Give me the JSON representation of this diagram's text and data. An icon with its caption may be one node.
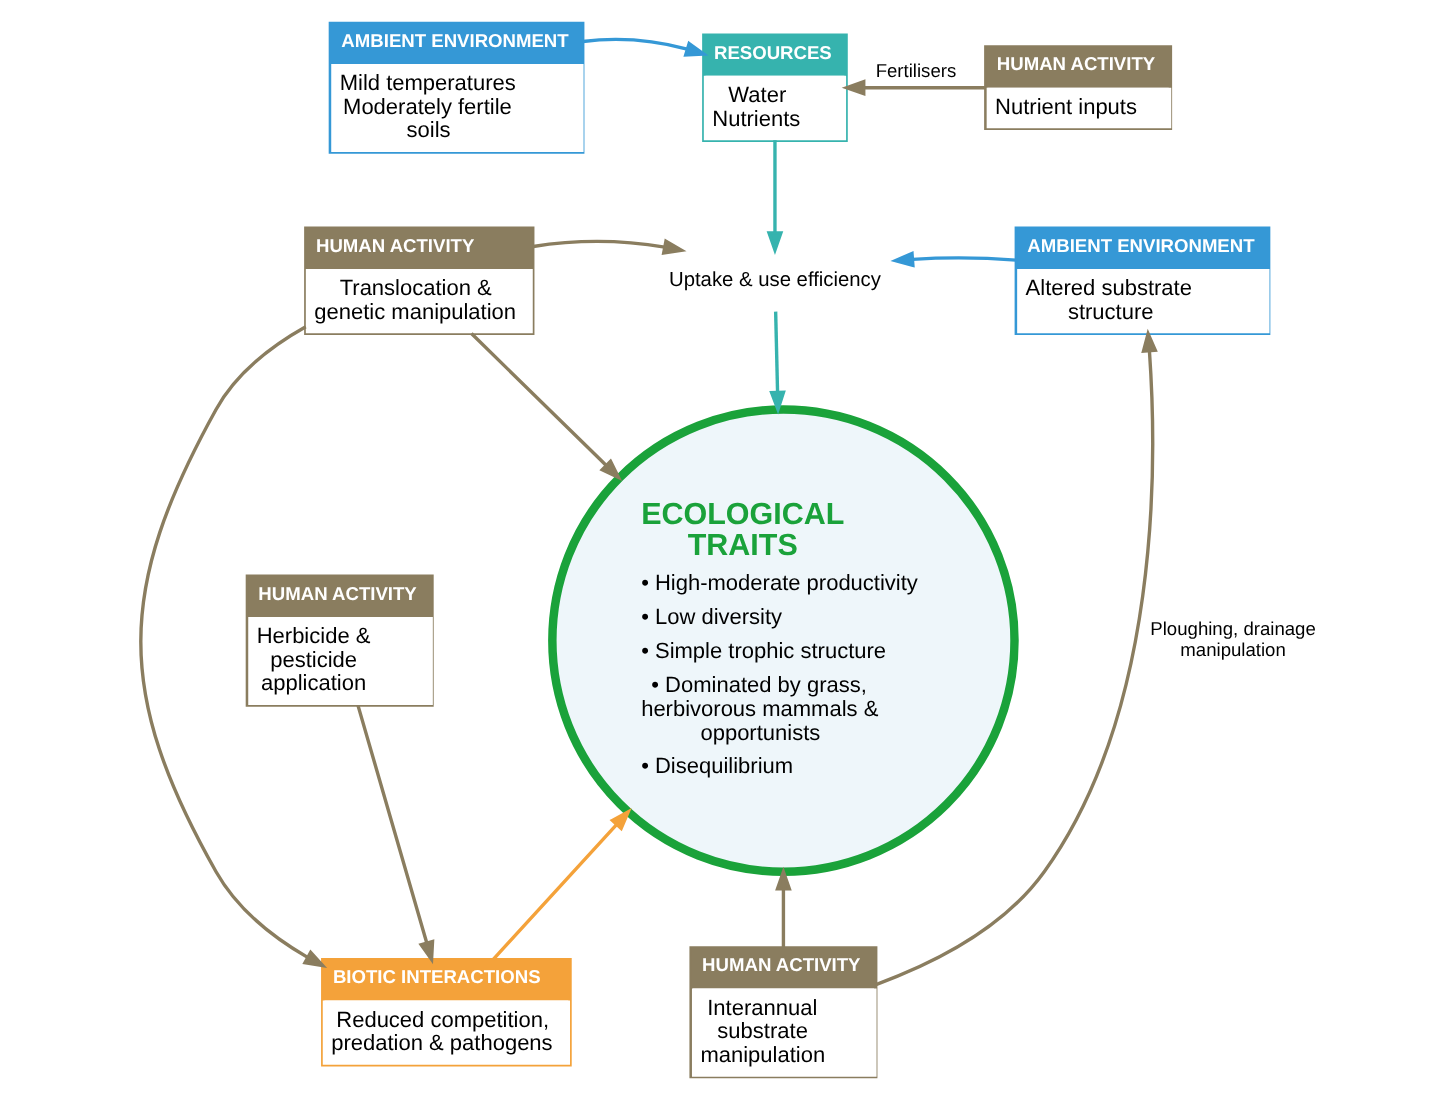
{
  "diagram": {
    "nodes": [
      {
        "text": [
          "AMBIENT ENVIRONMENT",
          "Mild temperatures Moderately fertile soils"
        ]
      },
      {
        "text": [
          "RESOURCES",
          "Water Nutrients"
        ]
      },
      {
        "text": [
          "HUMAN ACTIVITY",
          "Nutrient inputs"
        ]
      },
      {
        "text": [
          "HUMAN ACTIVITY",
          "Translocation & genetic manipulation"
        ]
      },
      {
        "text": [
          "Uptake & use efficiency"
        ]
      },
      {
        "text": [
          "AMBIENT ENVIRONMENT",
          "Altered substrate structure"
        ]
      },
      {
        "text": [
          "ECOLOGICAL TRAITS",
          "• High-moderate productivity",
          "• Low diversity",
          "• Simple trophic structure",
          "• Dominated by grass, herbivorous mammals & opportunists",
          "• Disequilibrium"
        ]
      },
      {
        "text": [
          "HUMAN ACTIVITY",
          "Herbicide & pesticide application"
        ]
      },
      {
        "text": [
          "HUMAN ACTIVITY",
          "Interannual substrate manipulation"
        ]
      },
      {
        "text": [
          "BIOTIC INTERACTIONS",
          "Reduced competition, predation & pathogens"
        ]
      }
    ],
    "edges": [
      {
        "from": 0,
        "to": 1,
        "arrow": "to",
        "color": "#3598d6"
      },
      {
        "from": 2,
        "to": 1,
        "arrow": "to",
        "label": "Fertilisers"
      },
      {
        "from": 1,
        "to": 4,
        "arrow": "to",
        "color": "#36b3ae"
      },
      {
        "from": 4,
        "to": 6,
        "arrow": "to",
        "color": "#36b3ae"
      },
      {
        "from": 3,
        "to": 4,
        "arrow": "to"
      },
      {
        "from": 5,
        "to": 4,
        "arrow": "to",
        "color": "#3598d6"
      },
      {
        "from": 3,
        "to": 6,
        "arrow": "to"
      },
      {
        "from": 3,
        "to": 9,
        "arrow": "to"
      },
      {
        "from": 7,
        "to": 9,
        "arrow": "to"
      },
      {
        "from": 8,
        "to": 5,
        "arrow": "to",
        "label": "Ploughing, drainage manipulation"
      },
      {
        "from": 8,
        "to": 6,
        "arrow": "to"
      },
      {
        "from": 9,
        "to": 6,
        "arrow": "to",
        "color": "#f4a23a"
      }
    ]
  }
}
